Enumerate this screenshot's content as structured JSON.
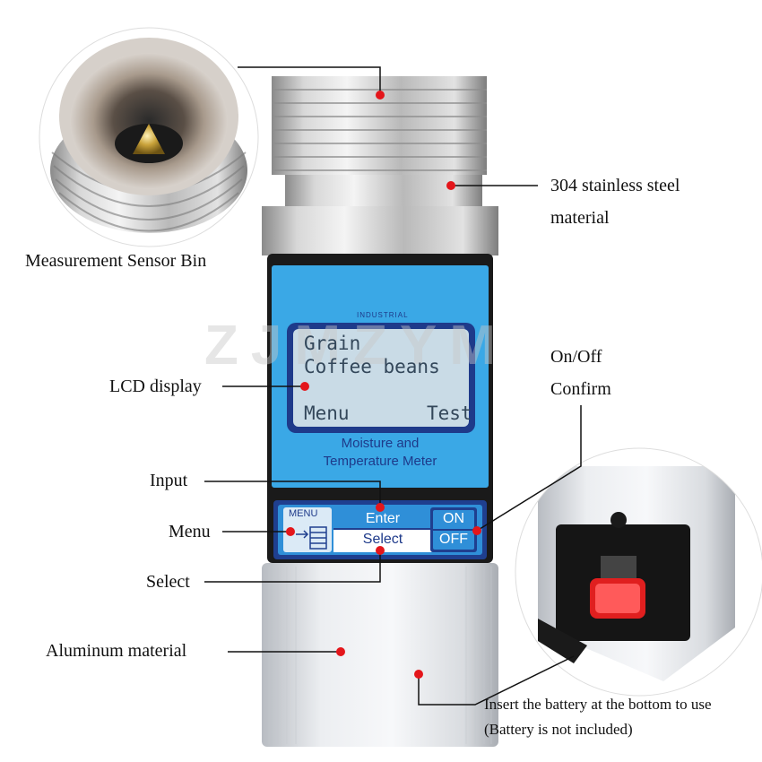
{
  "watermark": "ZJMZYM",
  "device": {
    "brand_small": "INDUSTRIAL",
    "lcd": {
      "line1": "Grain",
      "line2": "Coffee beans",
      "soft_left": "Menu",
      "soft_right": "Test"
    },
    "title_line1": "Moisture and",
    "title_line2": "Temperature Meter",
    "buttons": {
      "menu": "MENU",
      "enter": "Enter",
      "select": "Select",
      "on": "ON",
      "off": "OFF"
    }
  },
  "callouts": {
    "sensor_bin": "Measurement Sensor Bin",
    "steel_1": "304 stainless steel",
    "steel_2": "material",
    "lcd": "LCD display",
    "onoff_1": "On/Off",
    "onoff_2": "Confirm",
    "input": "Input",
    "menu": "Menu",
    "select": "Select",
    "aluminum": "Aluminum material",
    "battery_1": "Insert the battery at the bottom to use",
    "battery_2": "(Battery is not included)"
  },
  "colors": {
    "panel_blue": "#3aa8e6",
    "lcd_bg": "#c9dbe6",
    "lcd_frame": "#1e3a8a",
    "button_blue": "#2f8fd8",
    "dot_red": "#e4161b"
  }
}
